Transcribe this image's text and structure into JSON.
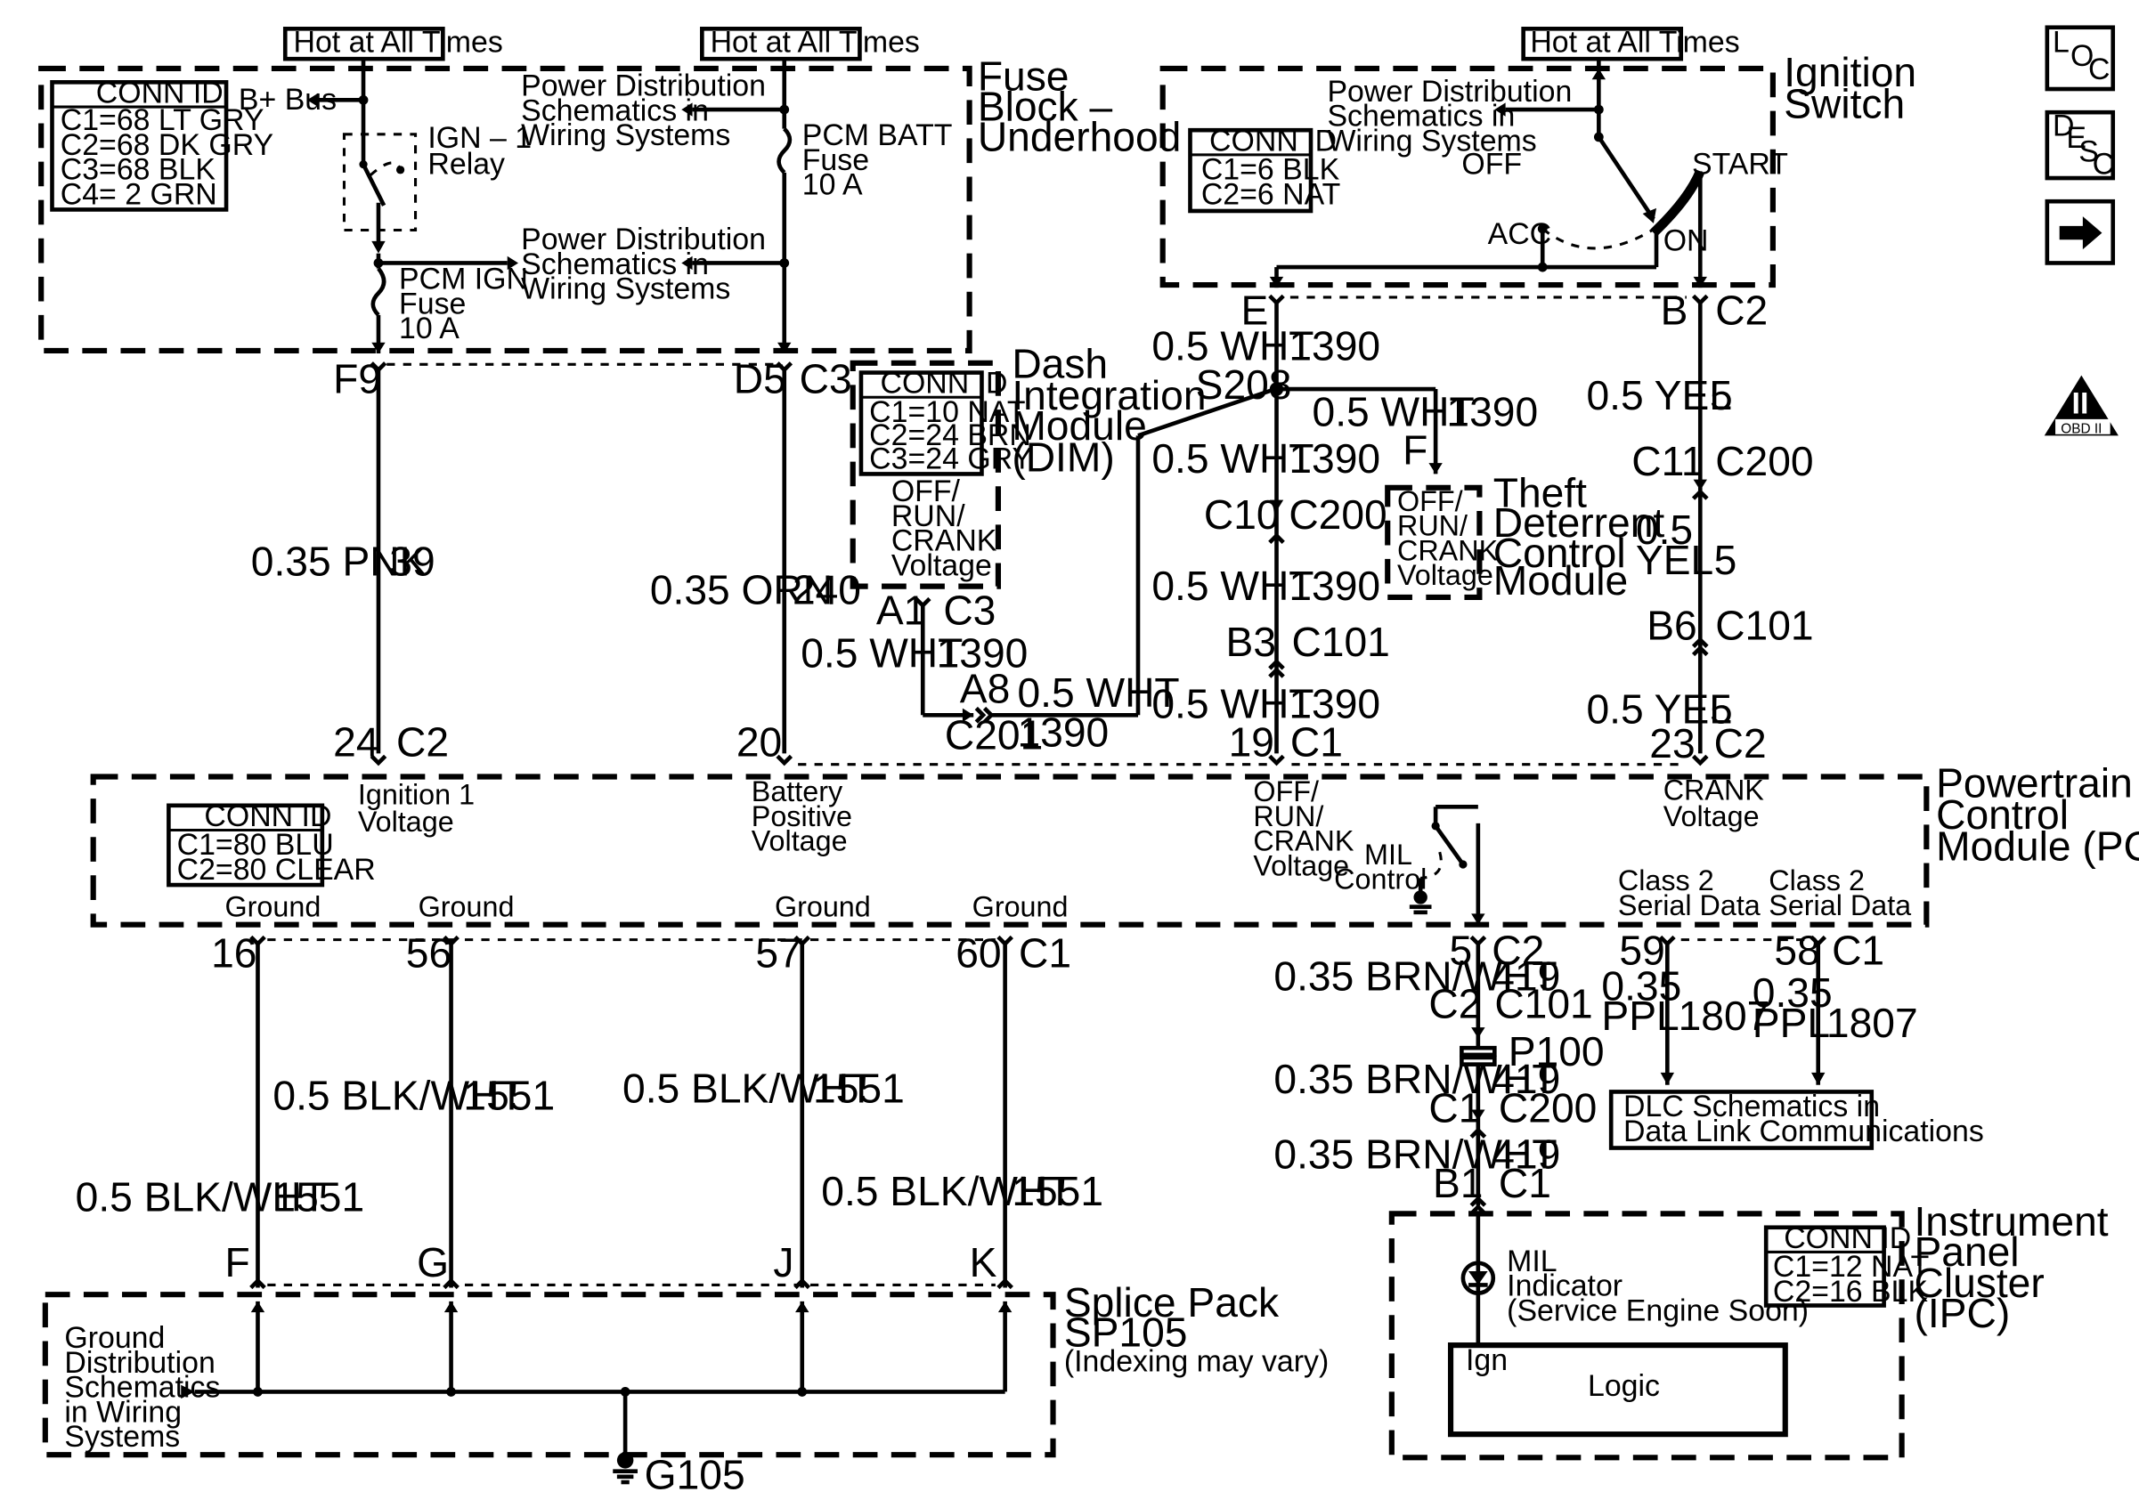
{
  "hot_labels": [
    "Hot at All Times",
    "Hot at All Times",
    "Hot at All Times"
  ],
  "fuse_block": {
    "title": [
      "Fuse",
      "Block –",
      "Underhood"
    ],
    "conn_id_title": "CONN ID",
    "conn_ids": [
      "C1=68 LT GRY",
      "C2=68 DK GRY",
      "C3=68 BLK",
      "C4= 2 GRN"
    ],
    "b_plus": "B+ Bus",
    "relay": [
      "IGN – 1",
      "Relay"
    ],
    "power_dist_1": [
      "Power Distribution",
      "Schematics in",
      "Wiring Systems"
    ],
    "power_dist_2": [
      "Power Distribution",
      "Schematics in",
      "Wiring Systems"
    ],
    "pcm_batt_fuse": [
      "PCM BATT",
      "Fuse",
      "10 A"
    ],
    "pcm_ign_fuse": [
      "PCM IGN",
      "Fuse",
      "10 A"
    ],
    "pin_f9": "F9",
    "pin_d5": "D5",
    "conn_c3": "C3"
  },
  "ignition_switch": {
    "title": [
      "Ignition",
      "Switch"
    ],
    "power_dist": [
      "Power Distribution",
      "Schematics in",
      "Wiring Systems"
    ],
    "conn_id_title": "CONN ID",
    "conn_ids": [
      "C1=6 BLK",
      "C2=6 NAT"
    ],
    "off": "OFF",
    "acc": "ACC",
    "on": "ON",
    "start": "START",
    "pin_e": "E",
    "pin_b": "B",
    "conn_c2": "C2"
  },
  "dim": {
    "conn_id_title": "CONN ID",
    "conn_ids": [
      "C1=10 NAT",
      "C2=24 BRN",
      "C3=24 GRY"
    ],
    "title": [
      "Dash",
      "Integration",
      "Module",
      "(DIM)"
    ],
    "voltage": [
      "OFF/",
      "RUN/",
      "CRANK",
      "Voltage"
    ],
    "pin_a1": "A1",
    "conn_c3": "C3"
  },
  "theft": {
    "voltage": [
      "OFF/",
      "RUN/",
      "CRANK",
      "Voltage"
    ],
    "title": [
      "Theft",
      "Deterrent",
      "Control",
      "Module"
    ],
    "pin_f": "F"
  },
  "wires": {
    "w_pnk": "0.35 PNK",
    "c_39": "39",
    "w_orn": "0.35 ORN",
    "c_240": "240",
    "w_wht_dim": "0.5 WHT",
    "c_1390_dim": "1390",
    "a8": "A8",
    "c201": "C201",
    "w_wht_a8": "0.5 WHT",
    "c_1390_a8": "1390",
    "w_wht_e": "0.5 WHT",
    "c_1390_e": "1390",
    "s208": "S208",
    "w_wht_f": "0.5 WHT",
    "c_1390_f": "1390",
    "w_wht_c10": "0.5 WHT",
    "c_1390_c10": "1390",
    "c10": "C10",
    "c200_a": "C200",
    "w_wht_b3": "0.5 WHT",
    "c_1390_b3": "1390",
    "b3": "B3",
    "c101_a": "C101",
    "w_wht_19": "0.5 WHT",
    "c_1390_19": "1390",
    "w_yel_b": "0.5 YEL",
    "c_5_b": "5",
    "c11": "C11",
    "c200_b": "C200",
    "w_yel_mid": [
      "0.5",
      "YEL"
    ],
    "c_5_mid": "5",
    "b6": "B6",
    "c101_b": "C101",
    "w_yel_23": "0.5 YEL",
    "c_5_23": "5"
  },
  "pcm": {
    "title": [
      "Powertrain",
      "Control",
      "Module (PCM)"
    ],
    "conn_id_title": "CONN ID",
    "conn_ids": [
      "C1=80 BLU",
      "C2=80 CLEAR"
    ],
    "ign_voltage": [
      "Ignition 1",
      "Voltage"
    ],
    "batt_voltage": [
      "Battery",
      "Positive",
      "Voltage"
    ],
    "ofrc_voltage": [
      "OFF/",
      "RUN/",
      "CRANK",
      "Voltage"
    ],
    "crank_voltage": [
      "CRANK",
      "Voltage"
    ],
    "mil_control": [
      "MIL",
      "Control"
    ],
    "class2_a": [
      "Class 2",
      "Serial Data"
    ],
    "class2_b": [
      "Class 2",
      "Serial Data"
    ],
    "grounds": [
      "Ground",
      "Ground",
      "Ground",
      "Ground"
    ],
    "pin_24": "24",
    "pin_c2": "C2",
    "pin_20": "20",
    "pin_19": "19",
    "pin_c1": "C1",
    "pin_23": "23",
    "pin_c2_b": "C2"
  },
  "ground_wires": {
    "pins": [
      "16",
      "56",
      "57",
      "60"
    ],
    "conn_c1": "C1",
    "w_labels": [
      "0.5 BLK/WHT",
      "0.5 BLK/WHT",
      "0.5 BLK/WHT",
      "0.5 BLK/WHT"
    ],
    "c_labels": [
      "1551",
      "1551",
      "1551",
      "1551"
    ],
    "splice_pins": [
      "F",
      "G",
      "J",
      "K"
    ]
  },
  "splice": {
    "title": [
      "Splice Pack",
      "SP105"
    ],
    "note": "(Indexing may vary)",
    "ground_dist": [
      "Ground",
      "Distribution",
      "Schematics",
      "in Wiring",
      "Systems"
    ],
    "g105": "G105"
  },
  "mil": {
    "pin_5": "5",
    "conn_c2": "C2",
    "w1": "0.35 BRN/WHT",
    "c1": "419",
    "c2_lbl": "C2",
    "c101": "C101",
    "p100": "P100",
    "w2": "0.35 BRN/WHT",
    "c2": "419",
    "c1_lbl": "C1",
    "c200": "C200",
    "w3": "0.35 BRN/WHT",
    "c3": "419",
    "b1": "B1",
    "c1_b": "C1"
  },
  "serial": {
    "pin_59": "59",
    "pin_58": "58",
    "conn_c1": "C1",
    "w_a": [
      "0.35",
      "PPL"
    ],
    "c_a": "1807",
    "w_b": [
      "0.35",
      "PPL"
    ],
    "c_b": "1807",
    "dlc": [
      "DLC Schematics in",
      "Data Link Communications"
    ]
  },
  "ipc": {
    "title": [
      "Instrument",
      "Panel",
      "Cluster",
      "(IPC)"
    ],
    "conn_id_title": "CONN ID",
    "conn_ids": [
      "C1=12 NAT",
      "C2=16 BLK"
    ],
    "mil": [
      "MIL",
      "Indicator",
      "(Service Engine Soon)"
    ],
    "ign": "Ign",
    "logic": "Logic"
  },
  "side_icons": {
    "loc": [
      "L",
      "O",
      "C"
    ],
    "desc": [
      "D",
      "E",
      "S",
      "C"
    ],
    "next_arrow": "arrow-right-icon",
    "obd": [
      "II",
      "OBD II"
    ]
  }
}
